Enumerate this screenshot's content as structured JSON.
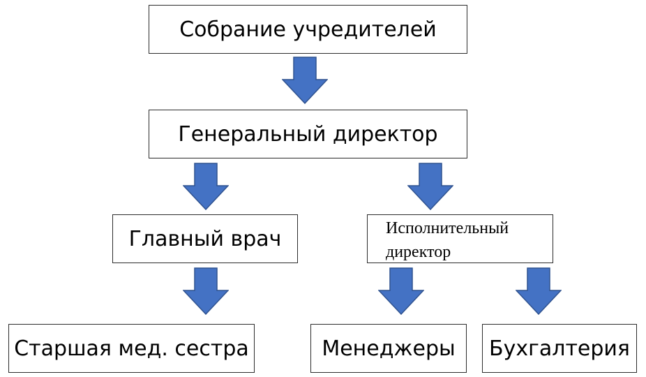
{
  "colors": {
    "arrow_fill": "#4472C4",
    "arrow_stroke": "#2F528F",
    "box_border": "#2b2b2b"
  },
  "nodes": {
    "founders": "Собрание учредителей",
    "ceo": "Генеральный директор",
    "chief_doctor": "Главный врач",
    "exec_director": "Исполнительный директор",
    "senior_nurse": "Старшая мед. сестра",
    "managers": "Менеджеры",
    "accounting": "Бухгалтерия"
  },
  "arrows": [
    {
      "name": "arrow-founders-to-ceo"
    },
    {
      "name": "arrow-ceo-to-chief-doctor"
    },
    {
      "name": "arrow-ceo-to-exec-director"
    },
    {
      "name": "arrow-chief-doctor-to-senior-nurse"
    },
    {
      "name": "arrow-exec-director-to-managers"
    },
    {
      "name": "arrow-exec-director-to-accounting"
    }
  ]
}
